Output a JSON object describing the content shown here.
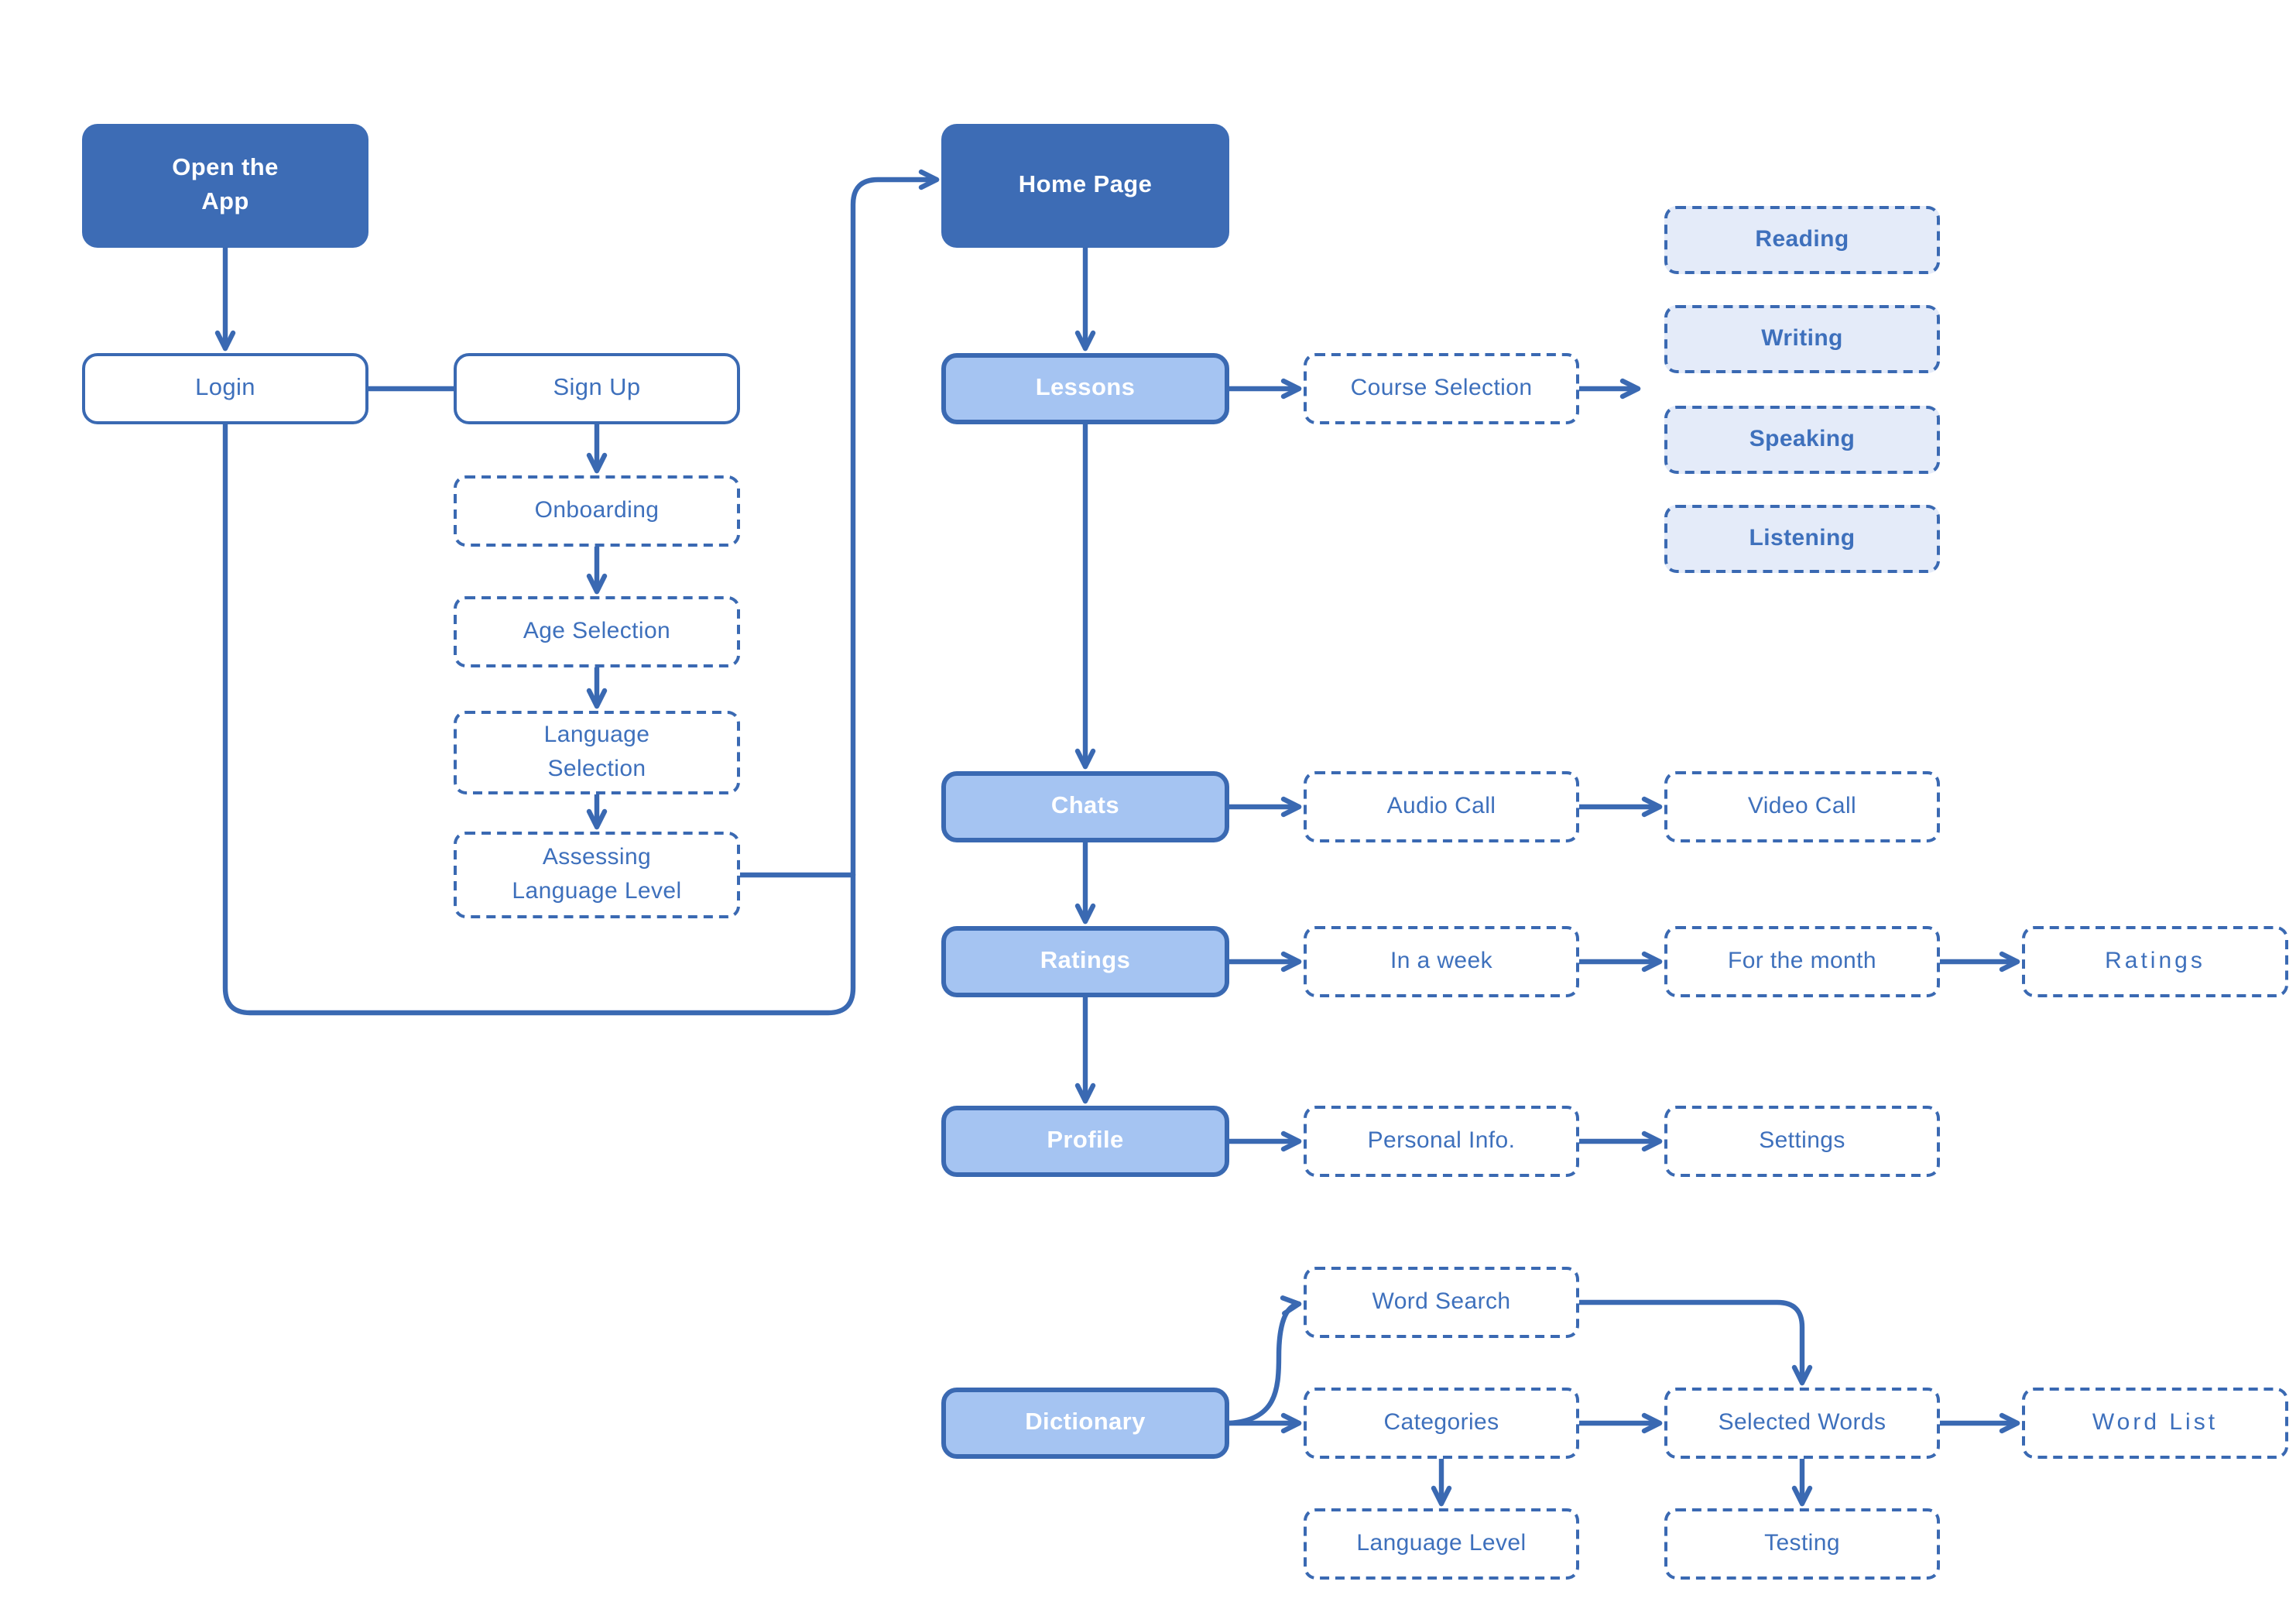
{
  "diagram": {
    "type": "app-user-flow-flowchart",
    "colors": {
      "primary_dark_fill": "#3D6CB5",
      "light_blue_fill": "#A5C4F2",
      "pale_blue_fill": "#E4EBF9",
      "stroke_blue": "#3A69B2",
      "text_blue": "#3E70BC",
      "text_white": "#FFFFFF",
      "background": "#FFFFFF"
    },
    "nodes": {
      "open_app": {
        "label": "Open the App",
        "lines": [
          "Open the",
          "App"
        ],
        "style": "solid-dark"
      },
      "login": {
        "label": "Login",
        "style": "outline"
      },
      "signup": {
        "label": "Sign Up",
        "style": "outline"
      },
      "onboarding": {
        "label": "Onboarding",
        "style": "dashed"
      },
      "age_selection": {
        "label": "Age Selection",
        "style": "dashed"
      },
      "language_selection": {
        "label": "Language Selection",
        "lines": [
          "Language",
          "Selection"
        ],
        "style": "dashed"
      },
      "assessing": {
        "label": "Assessing Language Level",
        "lines": [
          "Assessing",
          "Language Level"
        ],
        "style": "dashed"
      },
      "home_page": {
        "label": "Home Page",
        "style": "solid-dark"
      },
      "lessons": {
        "label": "Lessons",
        "style": "light-blue"
      },
      "course_selection": {
        "label": "Course Selection",
        "style": "dashed"
      },
      "reading": {
        "label": "Reading",
        "style": "dashed-pale"
      },
      "writing": {
        "label": "Writing",
        "style": "dashed-pale"
      },
      "speaking": {
        "label": "Speaking",
        "style": "dashed-pale"
      },
      "listening": {
        "label": "Listening",
        "style": "dashed-pale"
      },
      "chats": {
        "label": "Chats",
        "style": "light-blue"
      },
      "audio_call": {
        "label": "Audio Call",
        "style": "dashed"
      },
      "video_call": {
        "label": "Video Call",
        "style": "dashed"
      },
      "ratings": {
        "label": "Ratings",
        "style": "light-blue"
      },
      "in_a_week": {
        "label": "In a week",
        "style": "dashed"
      },
      "for_the_month": {
        "label": "For the month",
        "style": "dashed"
      },
      "ratings_overview": {
        "label": "Ratings",
        "style": "dashed-wide"
      },
      "profile": {
        "label": "Profile",
        "style": "light-blue"
      },
      "personal_info": {
        "label": "Personal Info.",
        "style": "dashed"
      },
      "settings": {
        "label": "Settings",
        "style": "dashed"
      },
      "dictionary": {
        "label": "Dictionary",
        "style": "light-blue"
      },
      "word_search": {
        "label": "Word Search",
        "style": "dashed"
      },
      "categories": {
        "label": "Categories",
        "style": "dashed"
      },
      "selected_words": {
        "label": "Selected Words",
        "style": "dashed"
      },
      "word_list": {
        "label": "Word List",
        "style": "dashed-wide"
      },
      "language_level": {
        "label": "Language Level",
        "style": "dashed"
      },
      "testing": {
        "label": "Testing",
        "style": "dashed"
      }
    },
    "edges": [
      {
        "from": "open_app",
        "to": "login",
        "arrow": true
      },
      {
        "from": "login",
        "to": "signup",
        "arrow": false
      },
      {
        "from": "signup",
        "to": "onboarding",
        "arrow": true
      },
      {
        "from": "onboarding",
        "to": "age_selection",
        "arrow": true
      },
      {
        "from": "age_selection",
        "to": "language_selection",
        "arrow": true
      },
      {
        "from": "language_selection",
        "to": "assessing",
        "arrow": true
      },
      {
        "from": "login",
        "to": "home_page",
        "arrow": true,
        "route": "down-right-up-loop"
      },
      {
        "from": "assessing",
        "to": "home_page",
        "arrow": false,
        "route": "joins-login-loop"
      },
      {
        "from": "home_page",
        "to": "lessons",
        "arrow": true
      },
      {
        "from": "lessons",
        "to": "course_selection",
        "arrow": true
      },
      {
        "from": "course_selection",
        "to": "skills_group(reading,writing,speaking,listening)",
        "arrow": true
      },
      {
        "from": "lessons",
        "to": "chats",
        "arrow": true
      },
      {
        "from": "chats",
        "to": "audio_call",
        "arrow": true
      },
      {
        "from": "audio_call",
        "to": "video_call",
        "arrow": true
      },
      {
        "from": "chats",
        "to": "ratings",
        "arrow": true
      },
      {
        "from": "ratings",
        "to": "in_a_week",
        "arrow": true
      },
      {
        "from": "in_a_week",
        "to": "for_the_month",
        "arrow": true
      },
      {
        "from": "for_the_month",
        "to": "ratings_overview",
        "arrow": true
      },
      {
        "from": "ratings",
        "to": "profile",
        "arrow": true
      },
      {
        "from": "profile",
        "to": "personal_info",
        "arrow": true
      },
      {
        "from": "personal_info",
        "to": "settings",
        "arrow": true
      },
      {
        "from": "dictionary",
        "to": "word_search",
        "arrow": true,
        "route": "curve-up"
      },
      {
        "from": "dictionary",
        "to": "categories",
        "arrow": true
      },
      {
        "from": "word_search",
        "to": "selected_words",
        "arrow": true,
        "route": "right-then-down"
      },
      {
        "from": "categories",
        "to": "selected_words",
        "arrow": true
      },
      {
        "from": "selected_words",
        "to": "word_list",
        "arrow": true
      },
      {
        "from": "categories",
        "to": "language_level",
        "arrow": true
      },
      {
        "from": "selected_words",
        "to": "testing",
        "arrow": true
      }
    ]
  }
}
